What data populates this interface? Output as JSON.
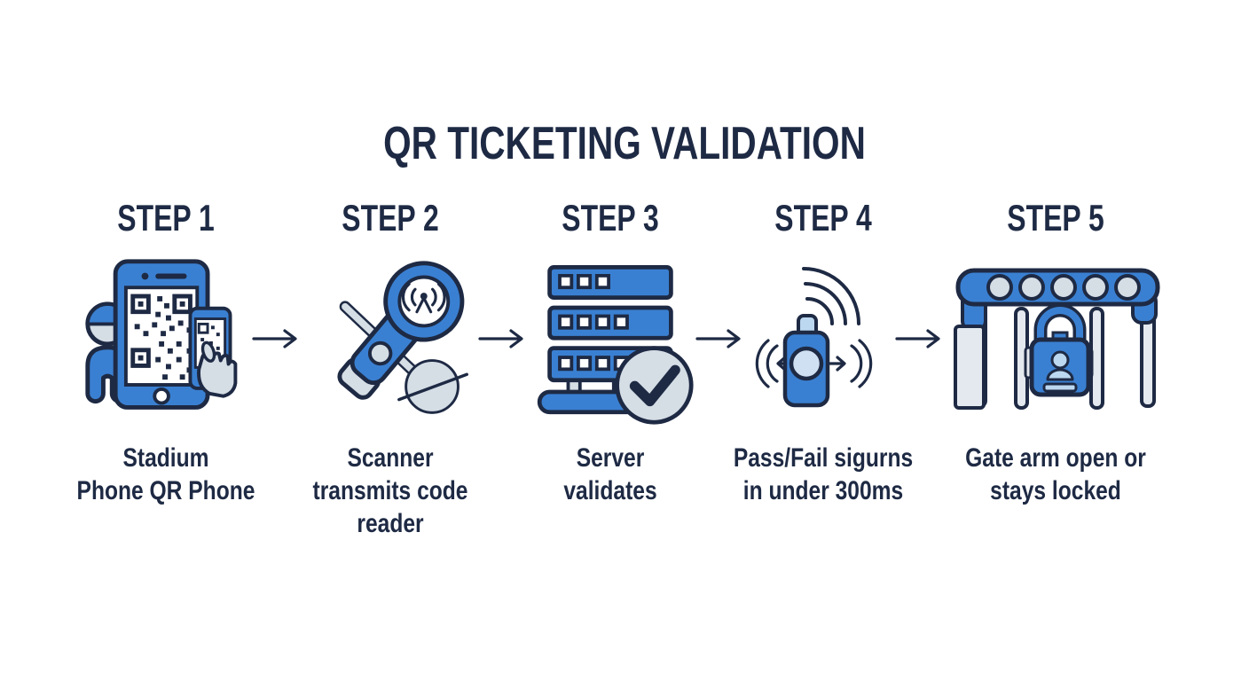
{
  "title": "QR TICKETING VALIDATION",
  "colors": {
    "accent_blue": "#3a80d2",
    "light_gray": "#d5dde5",
    "lighter_gray": "#e3e9ee",
    "light_blue": "#bcd7f0",
    "pale_blue": "#cfe0f2",
    "navy": "#1e2a44",
    "background": "#ffffff"
  },
  "steps": [
    {
      "label": "STEP 1",
      "caption": "Stadium\nPhone QR Phone",
      "icon": "phone-qr-scan-icon"
    },
    {
      "label": "STEP 2",
      "caption": "Scanner\ntransmits code\nreader",
      "icon": "handheld-scanner-icon"
    },
    {
      "label": "STEP 3",
      "caption": "Server\nvalidates",
      "icon": "server-validate-icon"
    },
    {
      "label": "STEP 4",
      "caption": "Pass/Fail sigurns\nin under 300ms",
      "icon": "signal-device-icon"
    },
    {
      "label": "STEP 5",
      "caption": "Gate arm open or\nstays locked",
      "icon": "gate-lock-icon"
    }
  ],
  "arrow": {
    "name": "arrow-right-icon",
    "glyph": "→"
  }
}
